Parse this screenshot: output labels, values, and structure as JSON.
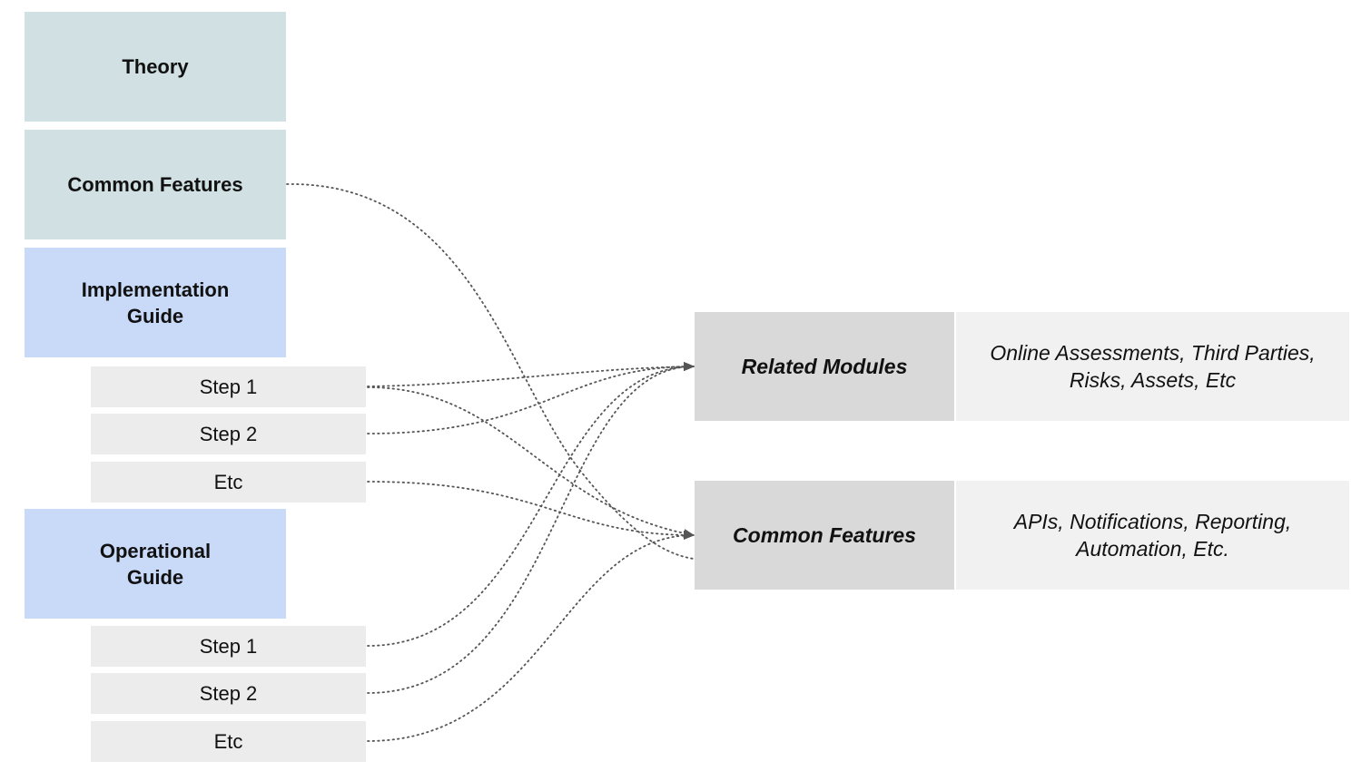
{
  "left_blocks": {
    "theory": "Theory",
    "common_features": "Common Features",
    "implementation_guide": "Implementation Guide",
    "operational_guide": "Operational Guide"
  },
  "implementation_steps": [
    "Step 1",
    "Step 2",
    "Etc"
  ],
  "operational_steps": [
    "Step 1",
    "Step 2",
    "Etc"
  ],
  "targets": {
    "related_modules": {
      "label": "Related Modules",
      "description": "Online Assessments, Third Parties, Risks, Assets, Etc"
    },
    "common_features": {
      "label": "Common Features",
      "description": "APIs, Notifications, Reporting, Automation, Etc."
    }
  },
  "colors": {
    "theory_bg": "#d0e0e3",
    "guide_bg": "#c9daf8",
    "step_bg": "#ececec",
    "target_label_bg": "#d9d9d9",
    "target_desc_bg": "#f1f1f1",
    "connector": "#555555"
  }
}
